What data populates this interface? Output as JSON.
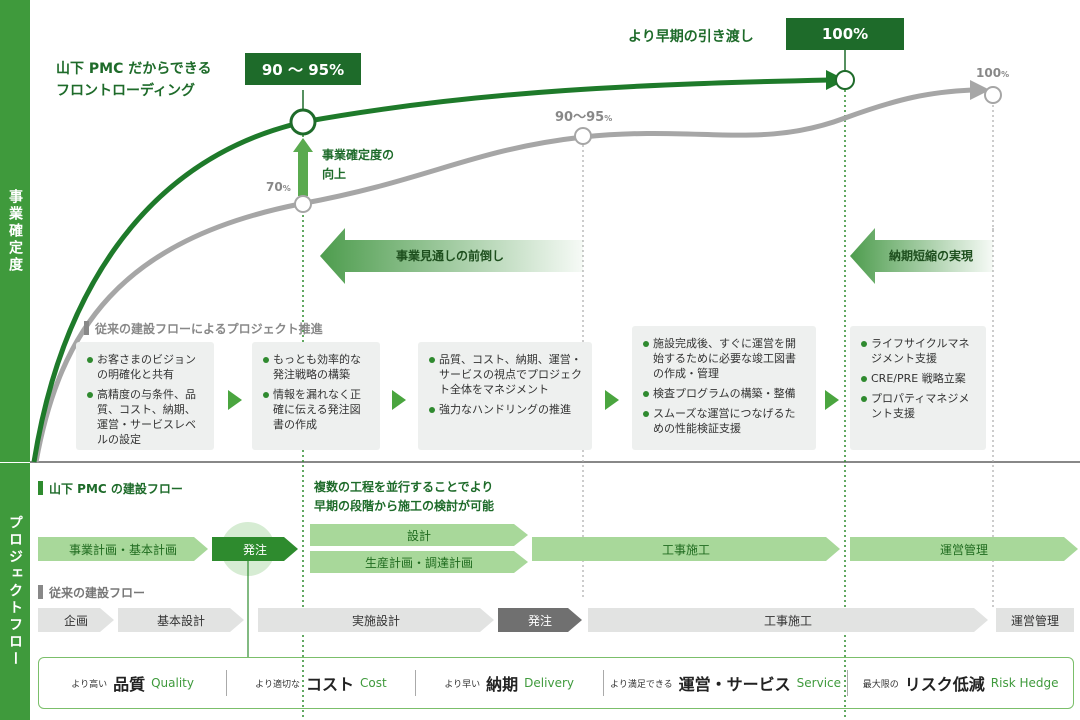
{
  "side": {
    "top": "事業確定度",
    "bottom": "プロジェクトフロー"
  },
  "pmc": {
    "line1": "山下 PMC だからできる",
    "line2": "フロントローディング",
    "badge": "90 ～ 95%"
  },
  "early": {
    "label": "より早期の引き渡し",
    "badge": "100%"
  },
  "gray_points": {
    "p70": "70",
    "p90": "90～95",
    "p100": "100",
    "unit": "%"
  },
  "improve": {
    "line1": "事業確定度の",
    "line2": "向上"
  },
  "arrows": {
    "forward": "事業見通しの前倒し",
    "shorten": "納期短縮の実現"
  },
  "conventional_header": "従来の建設フローによるプロジェクト推進",
  "boxes": [
    {
      "items": [
        "お客さまのビジョンの明確化と共有",
        "高精度の与条件、品質、コスト、納期、運営・サービスレベルの設定"
      ]
    },
    {
      "items": [
        "もっとも効率的な発注戦略の構築",
        "情報を漏れなく正確に伝える発注図書の作成"
      ]
    },
    {
      "items": [
        "品質、コスト、納期、運営・サービスの視点でプロジェクト全体をマネジメント",
        "強力なハンドリングの推進"
      ]
    },
    {
      "items": [
        "施設完成後、すぐに運営を開始するために必要な竣工図書の作成・管理",
        "検査プログラムの構築・整備",
        "スムーズな運営につなげるための性能検証支援"
      ]
    },
    {
      "items": [
        "ライフサイクルマネジメント支援",
        "CRE/PRE 戦略立案",
        "プロパティマネジメント支援"
      ]
    }
  ],
  "pmc_flow": {
    "header": "山下 PMC の建設フロー",
    "note1": "複数の工程を並行することでより",
    "note2": "早期の段階から施工の検討が可能",
    "steps": {
      "plan": "事業計画・基本計画",
      "order": "発注",
      "design": "設計",
      "production": "生産計画・調達計画",
      "construction": "工事施工",
      "operation": "運営管理"
    }
  },
  "conv_flow": {
    "header": "従来の建設フロー",
    "steps": {
      "planning": "企画",
      "basic": "基本設計",
      "detailed": "実施設計",
      "order": "発注",
      "construction": "工事施工",
      "operation": "運営管理"
    }
  },
  "footer": [
    {
      "pre": "より高い",
      "main": "品質",
      "en": "Quality"
    },
    {
      "pre": "より適切な",
      "main": "コスト",
      "en": "Cost"
    },
    {
      "pre": "より早い",
      "main": "納期",
      "en": "Delivery"
    },
    {
      "pre": "より満足できる",
      "main": "運営・サービス",
      "en": "Service"
    },
    {
      "pre": "最大限の",
      "main": "リスク低減",
      "en": "Risk Hedge"
    }
  ],
  "colors": {
    "green": "#3f9a3c",
    "dark_green": "#1e6b2a",
    "light_green": "#a8d89a",
    "gray": "#a6a6a6"
  }
}
